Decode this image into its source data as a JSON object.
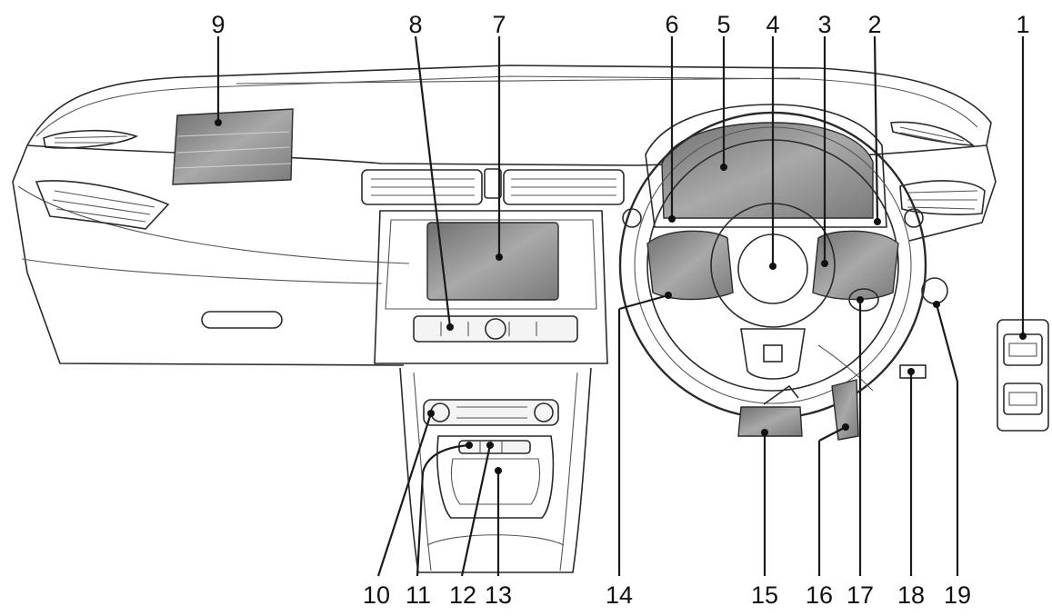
{
  "callouts": [
    {
      "id": 1,
      "label": "1"
    },
    {
      "id": 2,
      "label": "2"
    },
    {
      "id": 3,
      "label": "3"
    },
    {
      "id": 4,
      "label": "4"
    },
    {
      "id": 5,
      "label": "5"
    },
    {
      "id": 6,
      "label": "6"
    },
    {
      "id": 7,
      "label": "7"
    },
    {
      "id": 8,
      "label": "8"
    },
    {
      "id": 9,
      "label": "9"
    },
    {
      "id": 10,
      "label": "10"
    },
    {
      "id": 11,
      "label": "11"
    },
    {
      "id": 12,
      "label": "12"
    },
    {
      "id": 13,
      "label": "13"
    },
    {
      "id": 14,
      "label": "14"
    },
    {
      "id": 15,
      "label": "15"
    },
    {
      "id": 16,
      "label": "16"
    },
    {
      "id": 17,
      "label": "17"
    },
    {
      "id": 18,
      "label": "18"
    },
    {
      "id": 19,
      "label": "19"
    }
  ]
}
